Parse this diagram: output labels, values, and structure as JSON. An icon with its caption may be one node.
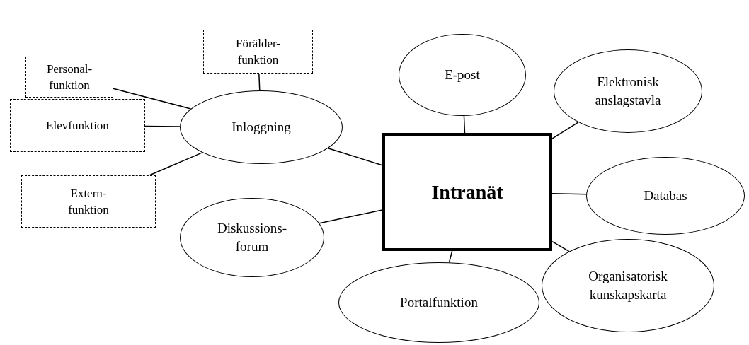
{
  "diagram": {
    "nodes": [
      {
        "text": [
          "Förälder-funktion"
        ]
      },
      {
        "text": [
          "Personal-funktion"
        ]
      },
      {
        "text": [
          "E-post"
        ]
      },
      {
        "text": [
          "Elektronisk anslagstavla"
        ]
      },
      {
        "text": [
          "Elevfunktion"
        ]
      },
      {
        "text": [
          "Inloggning"
        ]
      },
      {
        "text": [
          "Intranät"
        ]
      },
      {
        "text": [
          "Databas"
        ]
      },
      {
        "text": [
          "Extern-funktion"
        ]
      },
      {
        "text": [
          "Diskussions-forum"
        ]
      },
      {
        "text": [
          "Organisatorisk kunskapskarta"
        ]
      },
      {
        "text": [
          "Portalfunktion"
        ]
      }
    ],
    "edges": [
      {
        "from": 6,
        "to": 2,
        "arrow": "none"
      },
      {
        "from": 6,
        "to": 3,
        "arrow": "none"
      },
      {
        "from": 6,
        "to": 7,
        "arrow": "none"
      },
      {
        "from": 6,
        "to": 10,
        "arrow": "none"
      },
      {
        "from": 6,
        "to": 11,
        "arrow": "none"
      },
      {
        "from": 6,
        "to": 9,
        "arrow": "none"
      },
      {
        "from": 6,
        "to": 5,
        "arrow": "none"
      },
      {
        "from": 5,
        "to": 0,
        "arrow": "none"
      },
      {
        "from": 5,
        "to": 1,
        "arrow": "none"
      },
      {
        "from": 5,
        "to": 4,
        "arrow": "none"
      },
      {
        "from": 5,
        "to": 8,
        "arrow": "none"
      }
    ]
  }
}
